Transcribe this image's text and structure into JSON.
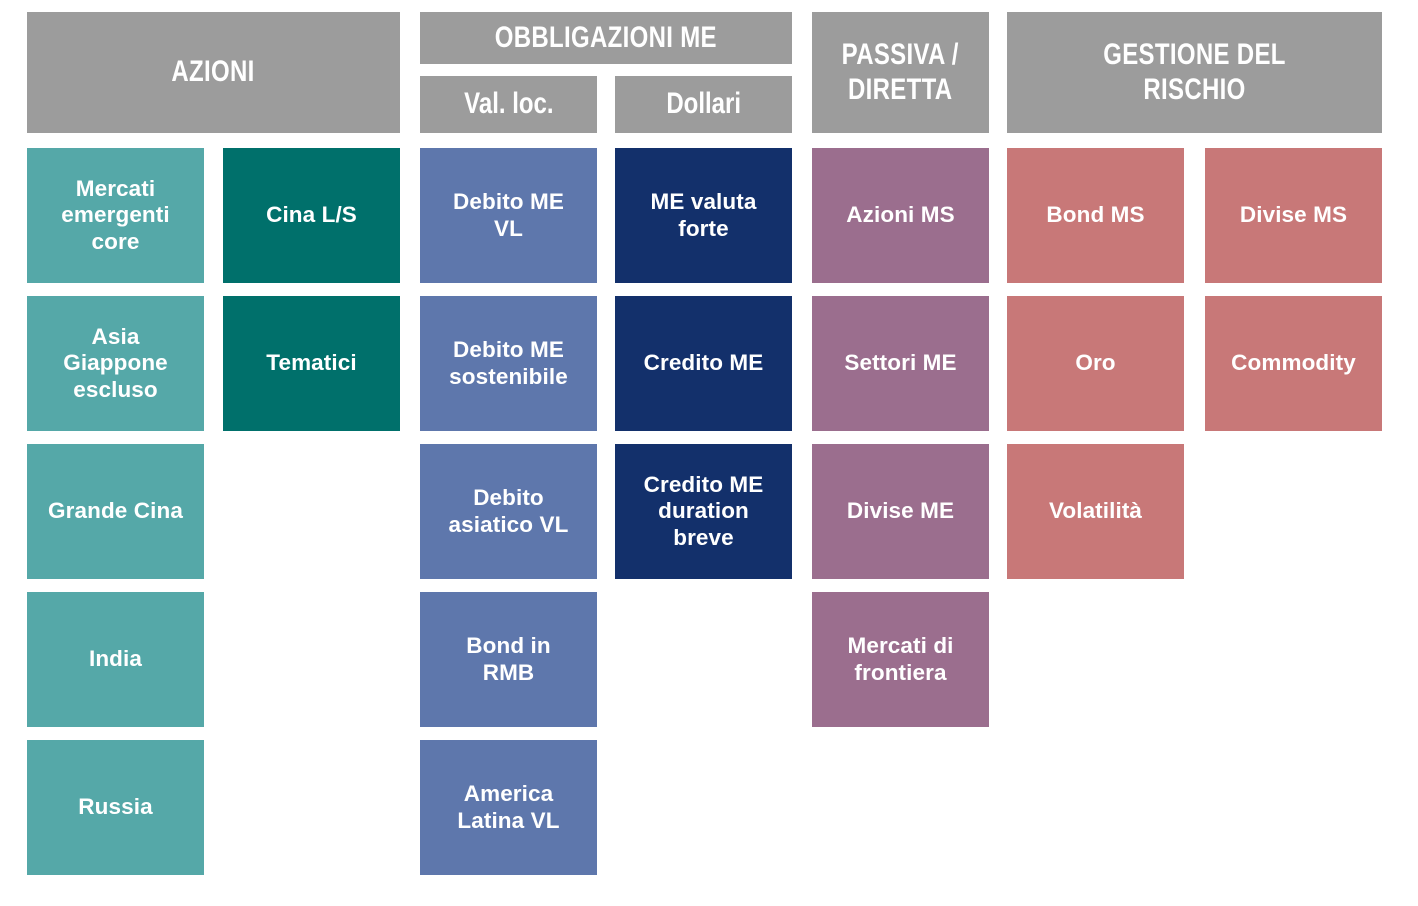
{
  "palette": {
    "header_gray": "#9c9c9c",
    "teal": "#55a8a8",
    "dark_teal": "#00706b",
    "blue_gray": "#5e77ac",
    "navy": "#13306b",
    "mauve": "#9b6e8e",
    "rose": "#c87878",
    "background": "#ffffff",
    "text": "#ffffff"
  },
  "headers": {
    "azioni": "AZIONI",
    "obbligazioni_me": "OBBLIGAZIONI ME",
    "val_loc": "Val. loc.",
    "dollari": "Dollari",
    "passiva_diretta": "PASSIVA /\nDIRETTA",
    "gestione_del_rischio": "GESTIONE DEL RISCHIO"
  },
  "columns": {
    "azioni_core": {
      "header": "AZIONI",
      "items": [
        "Mercati\nemergenti\ncore",
        "Asia\nGiappone\nescluso",
        "Grande Cina",
        "India",
        "Russia"
      ]
    },
    "azioni_satellite": {
      "header": "AZIONI",
      "items": [
        "Cina L/S",
        "Tematici"
      ]
    },
    "obbligazioni_val_loc": {
      "header": "Val. loc.",
      "items": [
        "Debito ME\nVL",
        "Debito ME\nsostenibile",
        "Debito\nasiatico VL",
        "Bond in\nRMB",
        "America\nLatina VL"
      ]
    },
    "obbligazioni_dollari": {
      "header": "Dollari",
      "items": [
        "ME valuta\nforte",
        "Credito ME",
        "Credito ME\nduration\nbreve"
      ]
    },
    "passiva_diretta": {
      "header": "PASSIVA /\nDIRETTA",
      "items": [
        "Azioni MS",
        "Settori ME",
        "Divise ME",
        "Mercati di\nfrontiera"
      ]
    },
    "gestione_rischio_a": {
      "header": "GESTIONE DEL RISCHIO",
      "items": [
        "Bond MS",
        "Oro",
        "Volatilità"
      ]
    },
    "gestione_rischio_b": {
      "header": "GESTIONE DEL RISCHIO",
      "items": [
        "Divise MS",
        "Commodity"
      ]
    }
  }
}
